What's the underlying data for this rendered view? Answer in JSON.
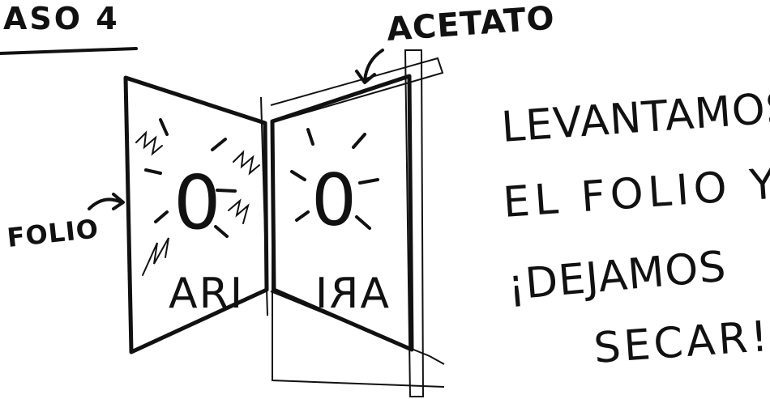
{
  "step_title": "ASO 4",
  "labels": {
    "acetate": "ACETATO",
    "sheet": "FOLIO"
  },
  "panels": {
    "left_text": "ARI",
    "right_text": "ARI",
    "left_center": "0",
    "right_center": "0"
  },
  "instruction": {
    "line1": "LEVANTAMOS",
    "line2": "EL FOLIO Y",
    "line3": "¡DEJAMOS",
    "line4": "SECAR!"
  }
}
